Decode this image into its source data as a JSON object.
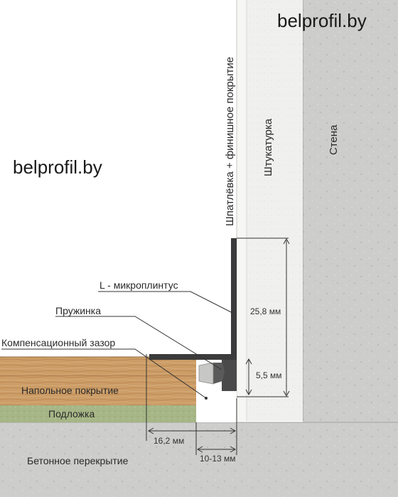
{
  "watermark": {
    "top": "belprofil.by",
    "middle": "belprofil.by"
  },
  "labels": {
    "putty_finish": "Шпатлёвка + финишное покрытие",
    "plaster": "Штукатурка",
    "wall": "Стена",
    "l_baseboard": "L - микроплинтус",
    "spring": "Пружинка",
    "expansion_gap": "Компенсационный зазор",
    "floor_covering": "Напольное покрытие",
    "underlay": "Подложка",
    "concrete_slab": "Бетонное перекрытие"
  },
  "dimensions": {
    "height_total": "25,8 мм",
    "height_lower": "5,5 мм",
    "depth_profile": "16,2 мм",
    "gap_range": "10-13 мм"
  },
  "colors": {
    "wood": "#c89a64",
    "underlay": "#a9b98a",
    "concrete": "#cfcfcd",
    "plaster": "#efefed",
    "profile": "#3a3a3a"
  }
}
